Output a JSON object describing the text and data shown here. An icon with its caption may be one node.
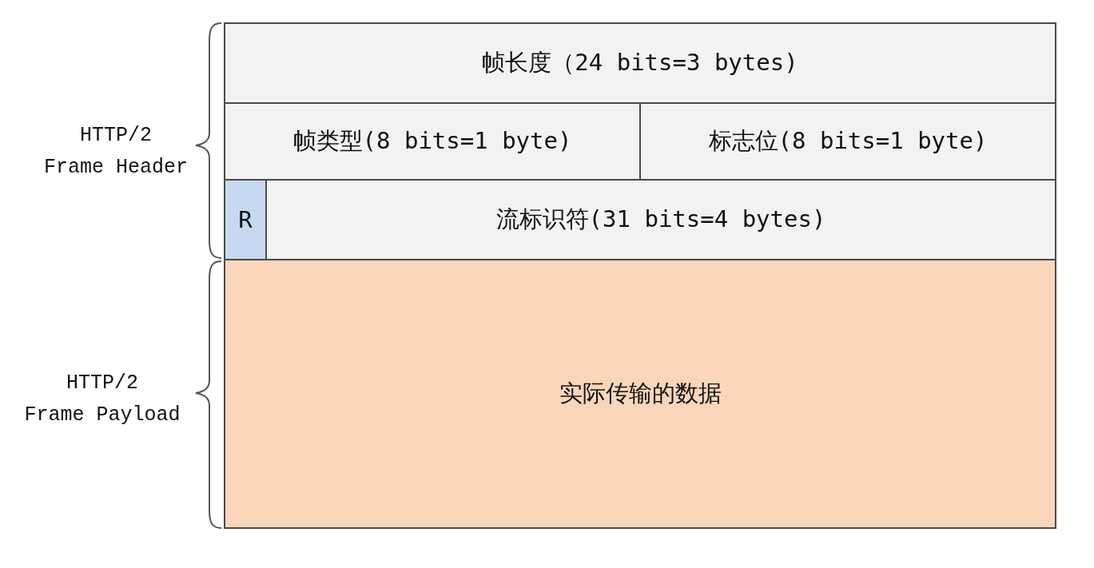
{
  "diagram": {
    "nodes": [
      {
        "text": [
          "帧长度（24 bits=3 bytes)"
        ]
      },
      {
        "text": [
          "帧类型(8 bits=1 byte)"
        ]
      },
      {
        "text": [
          "标志位(8 bits=1 byte)"
        ]
      },
      {
        "text": [
          "R"
        ]
      },
      {
        "text": [
          "流标识符(31 bits=4 bytes)"
        ]
      },
      {
        "text": [
          "实际传输的数据"
        ]
      }
    ],
    "labels": [
      "HTTP/2 Frame Header",
      "HTTP/2 Frame Payload"
    ]
  }
}
